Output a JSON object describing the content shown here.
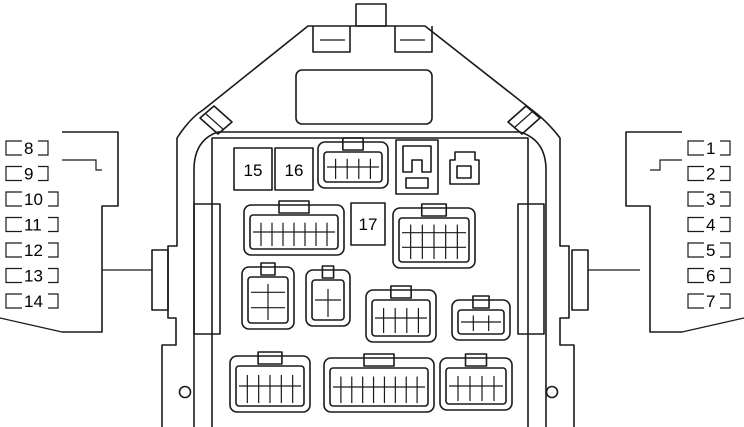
{
  "fuse_labels": [
    "15",
    "16",
    "17"
  ],
  "left_labels": [
    "8",
    "9",
    "10",
    "11",
    "12",
    "13",
    "14"
  ],
  "right_labels": [
    "1",
    "2",
    "3",
    "4",
    "5",
    "6",
    "7"
  ]
}
